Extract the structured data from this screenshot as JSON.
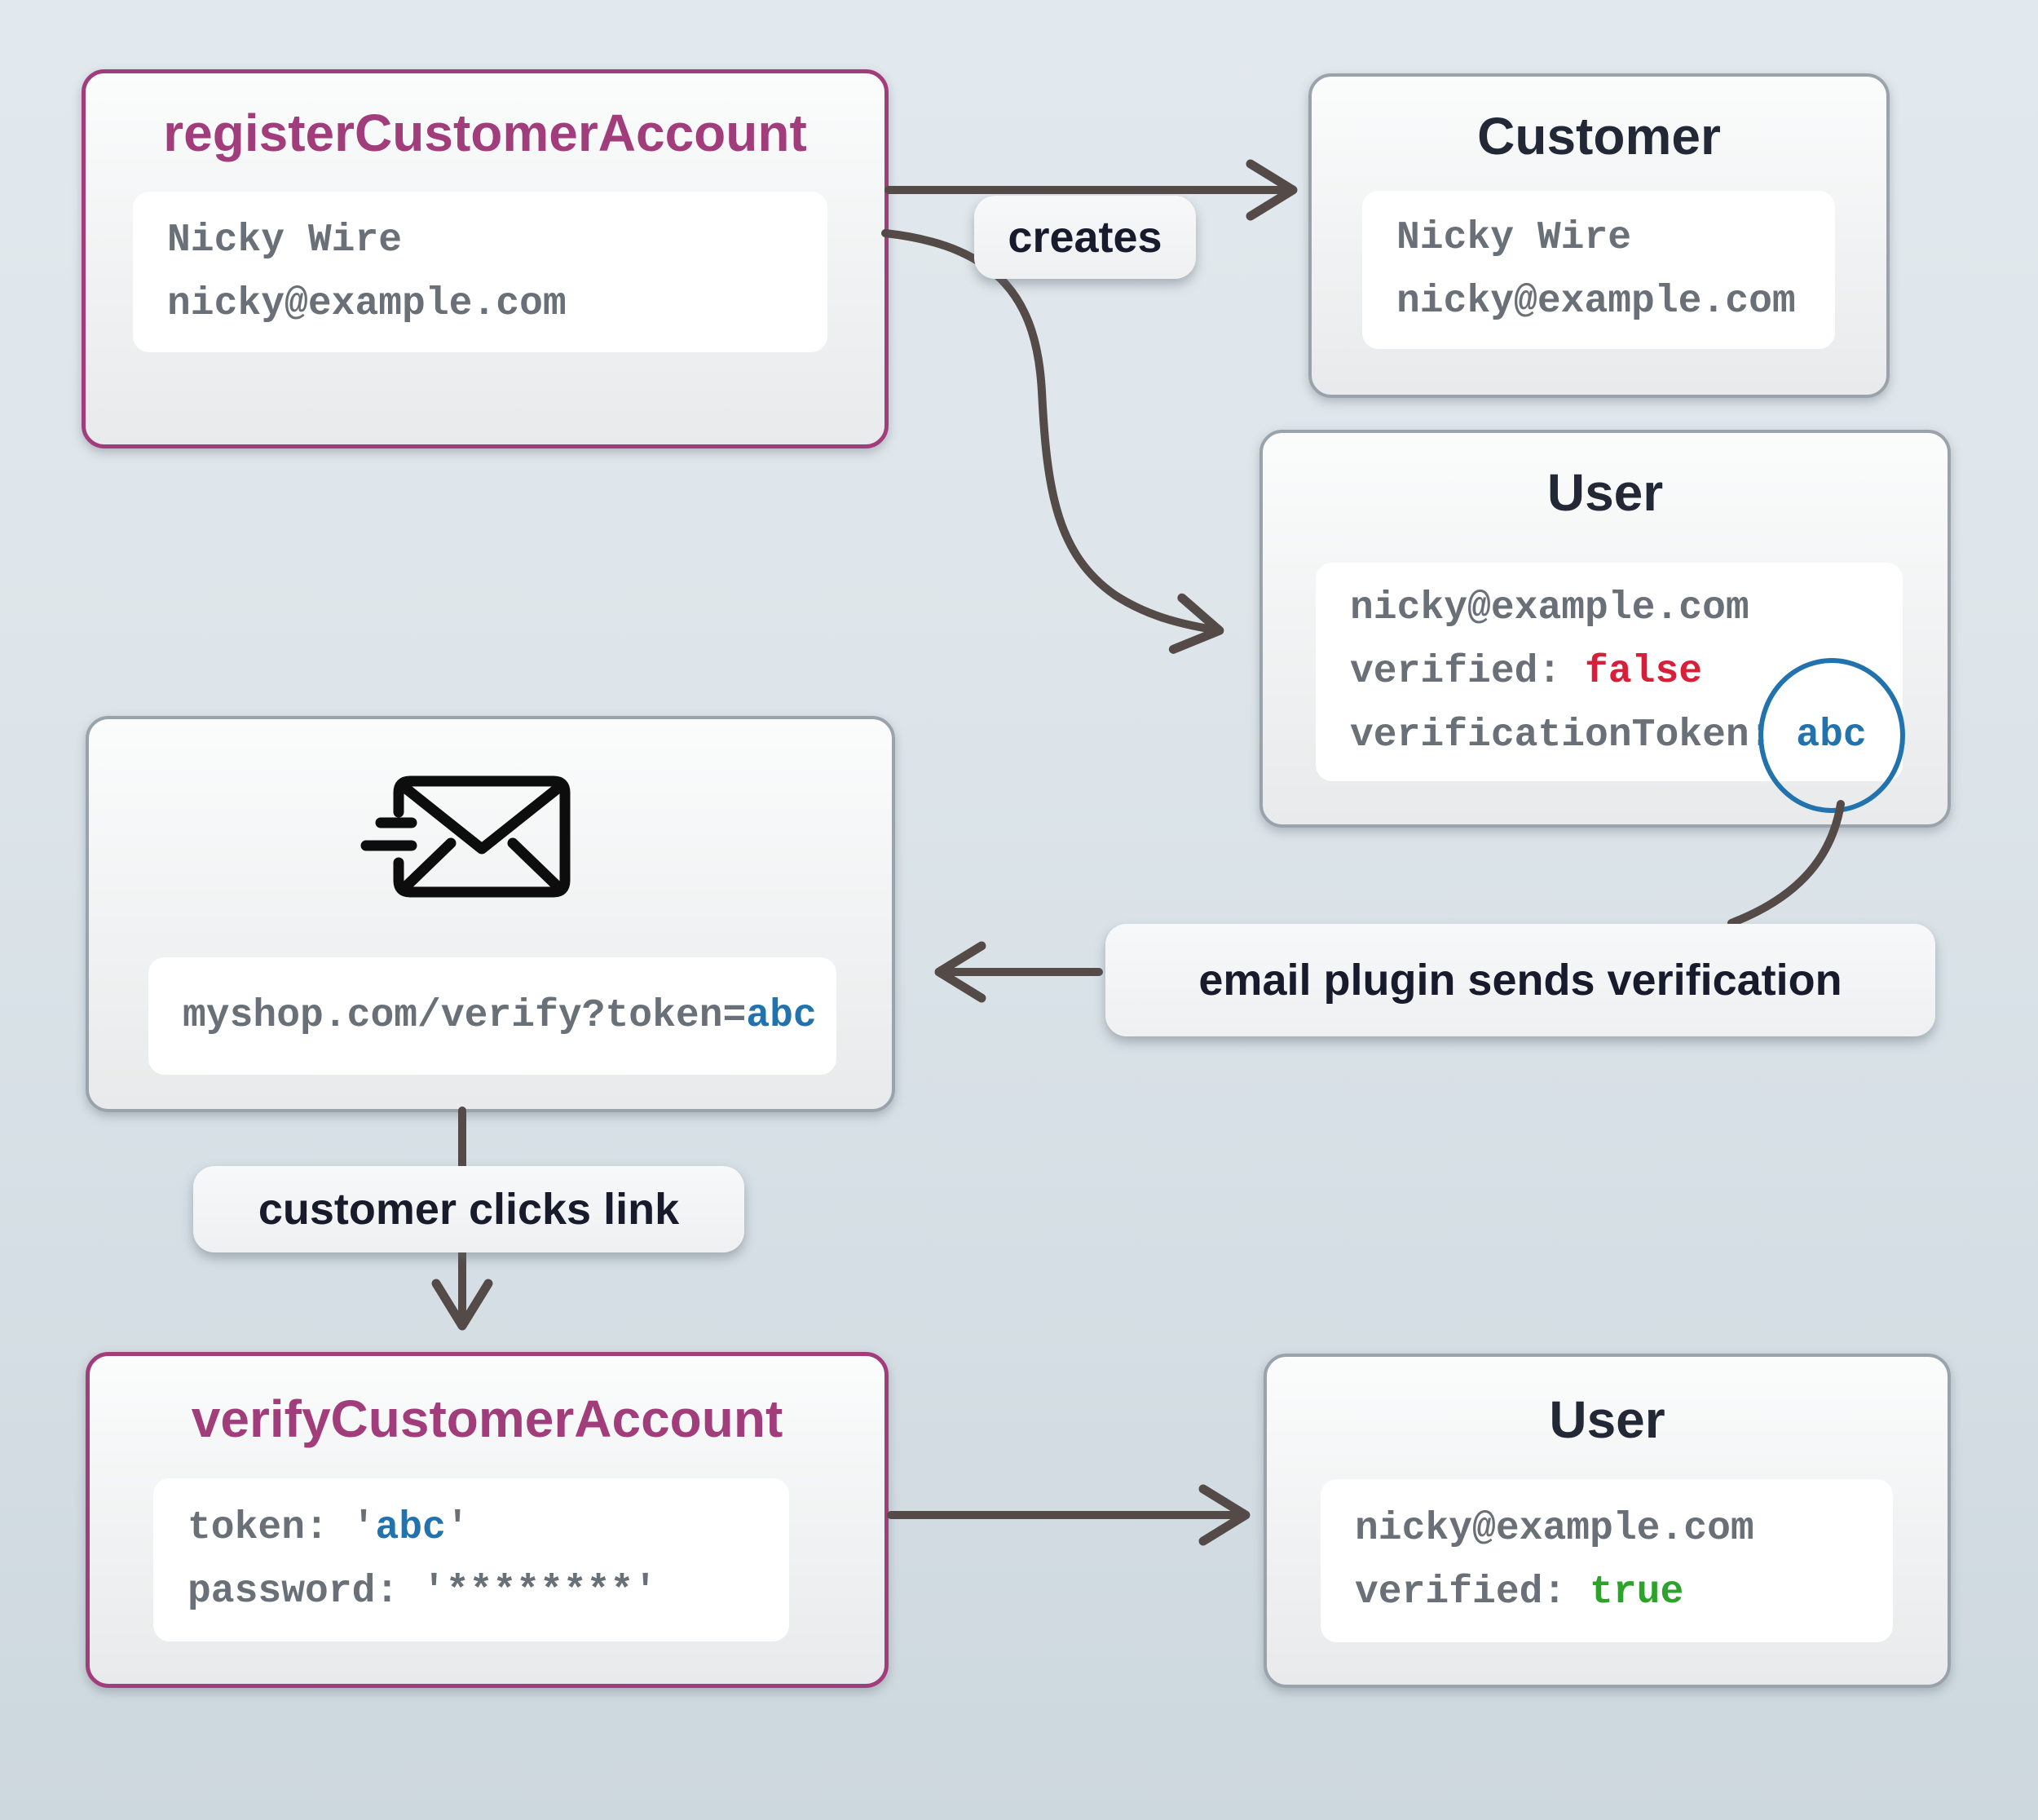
{
  "boxes": {
    "register": {
      "title": "registerCustomerAccount",
      "line1": "Nicky Wire",
      "line2": "nicky@example.com"
    },
    "customer": {
      "title": "Customer",
      "line1": "Nicky Wire",
      "line2": "nicky@example.com"
    },
    "user_before": {
      "title": "User",
      "email": "nicky@example.com",
      "verified_label": "verified: ",
      "verified_value": "false",
      "token_label": "verificationToken: ",
      "token_value": "abc"
    },
    "email": {
      "icon": "mail-fast-icon",
      "url_prefix": "myshop.com/verify?token=",
      "url_token": "abc"
    },
    "verify": {
      "title": "verifyCustomerAccount",
      "token_prefix": "token: '",
      "token_value": "abc",
      "token_suffix": "'",
      "password_line": "password: '********'"
    },
    "user_after": {
      "title": "User",
      "email": "nicky@example.com",
      "verified_label": "verified: ",
      "verified_value": "true"
    }
  },
  "labels": {
    "creates": "creates",
    "email_plugin": "email plugin sends verification",
    "customer_clicks": "customer clicks link"
  },
  "colors": {
    "magenta_accent": "#a23d7c",
    "gray_border": "#9aa3ab",
    "false_red": "#d62039",
    "true_green": "#2ea32b",
    "token_blue": "#2273ad",
    "arrow": "#544a48",
    "code_gray": "#6a7077",
    "background_top": "#e2e9ee",
    "background_bottom": "#cdd8de"
  }
}
